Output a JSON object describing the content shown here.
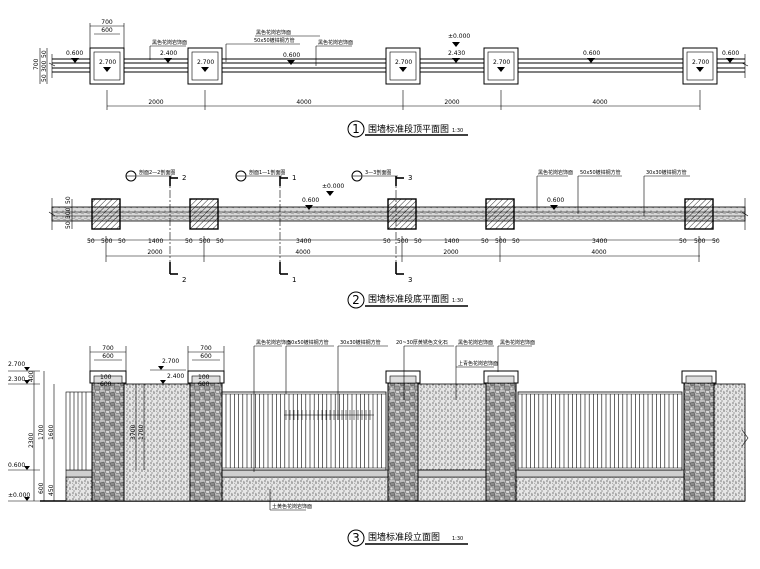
{
  "plan1": {
    "pier_w": "700",
    "pier_inner": "600",
    "left_dims": [
      "700",
      "50",
      "50",
      "300"
    ],
    "label_left": "黑色花岗岩饰面",
    "label_mid": "50x50镀锌钢方管",
    "label_right": "黑色花岗岩饰面",
    "elev_zero": "±0.000",
    "elev_cap": [
      "2.700",
      "2.700",
      "2.700",
      "2.700",
      "2.700"
    ],
    "elev_wall": [
      "0.600",
      "2.400",
      "0.600",
      "2.430",
      "0.600",
      "0.600"
    ],
    "spans": [
      "2000",
      "4000",
      "2000",
      "4000"
    ],
    "title_num": "1",
    "title": "围墙标准段顶平面图",
    "scale": "1:30"
  },
  "plan2": {
    "section_labels": [
      "剖面2—2剖面图",
      "剖面1—1剖面图",
      "3—3剖面图"
    ],
    "section_marks": [
      "2",
      "1",
      "3"
    ],
    "elev_zero": "±0.000",
    "elev_wall": [
      "0.600",
      "0.600"
    ],
    "label_a": "黑色花岗岩饰面",
    "label_b": "50x50镀锌钢方管",
    "label_c": "30x30镀锌钢方管",
    "left_dims": [
      "50",
      "300",
      "50"
    ],
    "sub_dims": [
      "50",
      "500",
      "50",
      "1400",
      "50",
      "500",
      "50",
      "3400",
      "50",
      "500",
      "50",
      "1400",
      "50",
      "500",
      "50",
      "3400",
      "50",
      "500",
      "50"
    ],
    "spans": [
      "2000",
      "4000",
      "2000",
      "4000"
    ],
    "title_num": "2",
    "title": "围墙标准段底平面图",
    "scale": "1:30"
  },
  "elevation": {
    "top_dims": [
      "700",
      "600",
      "700",
      "600"
    ],
    "elev_left": [
      "2.700",
      "2.300",
      "0.600",
      "±0.000"
    ],
    "elev_mid": [
      "2.700",
      "2.400"
    ],
    "left_dims": [
      "400",
      "2300",
      "1700",
      "1600",
      "600",
      "450"
    ],
    "pier_dims": [
      "100",
      "600"
    ],
    "gap_dims": [
      "3700",
      "1700"
    ],
    "label_top": [
      "黑色花岗岩饰面",
      "50x50镀锌钢方管",
      "30x30镀锌钢方管",
      "20~30厚黄锈色文化石",
      "黑色花岗岩饰面",
      "黑色花岗岩饰面"
    ],
    "label_mid": "上青色花岗岩饰面",
    "label_bottom": "土黄色花岗岩饰面",
    "title_num": "3",
    "title": "围墙标准段立面图",
    "scale": "1:30"
  }
}
